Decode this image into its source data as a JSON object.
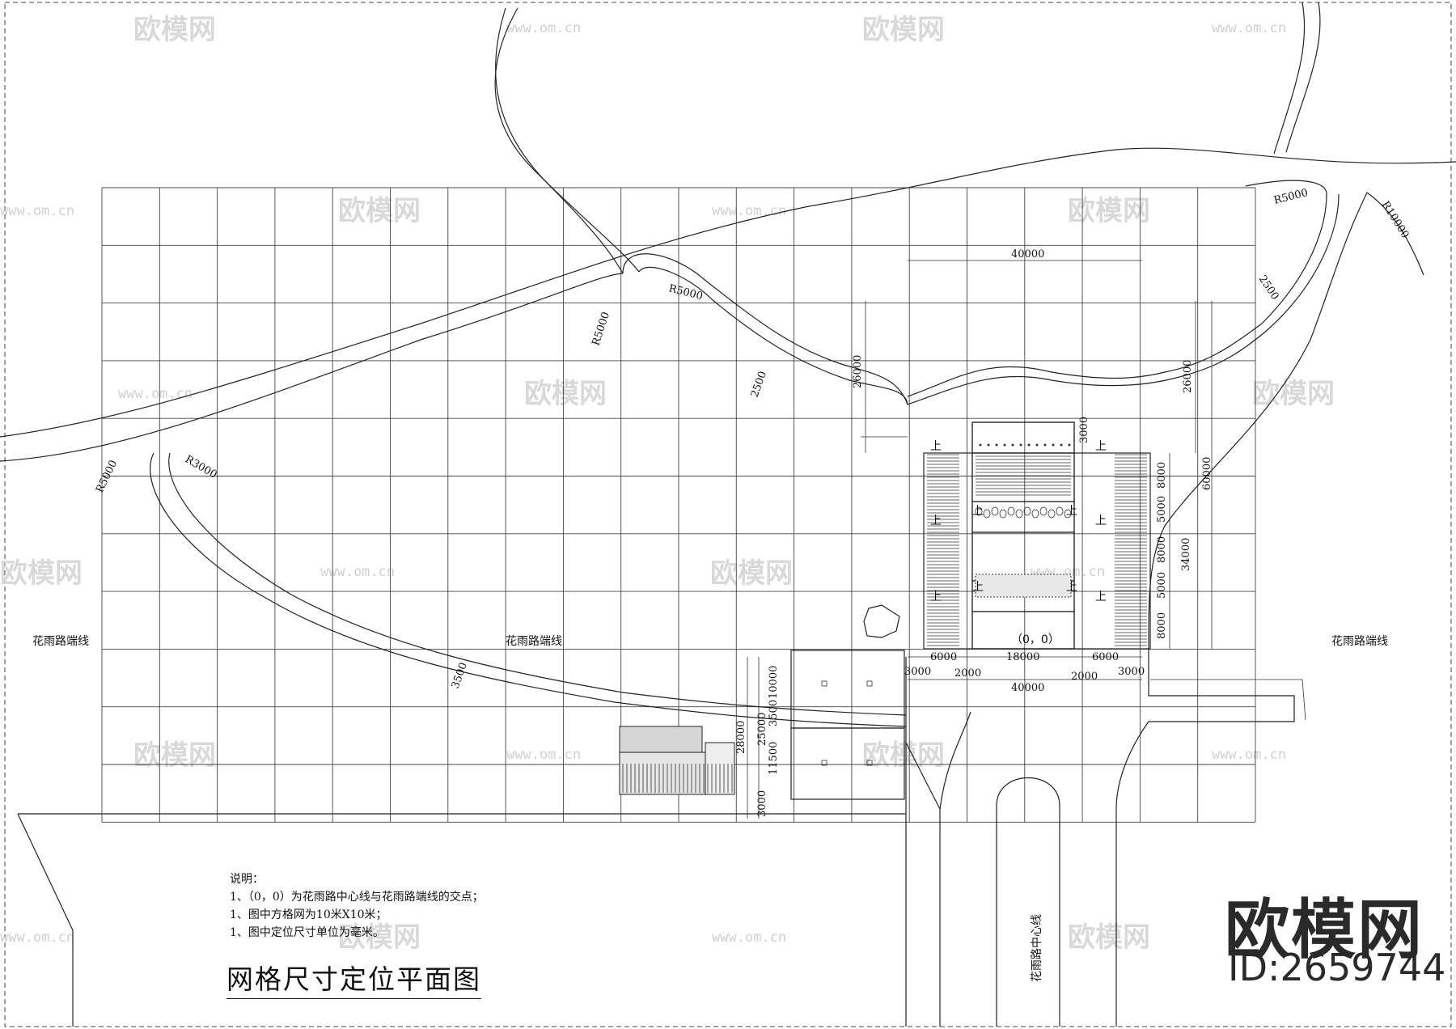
{
  "drawing": {
    "title": "网格尺寸定位平面图",
    "notes_heading": "说明：",
    "notes": [
      "1、（0，0）为花雨路中心线与花雨路端线的交点；",
      "1、图中方格网为10米X10米；",
      "1、图中定位尺寸单位为毫米。"
    ]
  },
  "labels": {
    "road_end_left": "花雨路端线",
    "road_end_mid": "花雨路端线",
    "road_end_right": "花雨路端线",
    "road_center": "花雨路中心线",
    "origin": "（0，0）",
    "up": "上"
  },
  "dimensions": {
    "top_width": "40000",
    "bottom_width": "40000",
    "left_height": "26000",
    "right_height": "26000",
    "total_height": "60000",
    "lower_height": "34000",
    "row_a": "3000",
    "row_b": "8000",
    "row_c": "5000",
    "row_d": "8000",
    "row_e": "5000",
    "row_f": "8000",
    "span_l1": "3000",
    "span_l2": "6000",
    "span_l3": "2000",
    "span_mid": "18000",
    "span_r3": "2000",
    "span_r2": "6000",
    "span_r1": "3000",
    "left_block_a": "10000",
    "left_block_b": "3500",
    "left_block_c": "25000",
    "left_block_total": "28000",
    "left_block_d": "11500",
    "left_block_e": "3000",
    "radius_1": "R5000",
    "radius_2": "R5000",
    "radius_3": "R5000",
    "radius_4": "R3000",
    "radius_5": "R5000",
    "radius_6": "R10000",
    "path_w1": "2500",
    "path_w2": "2500",
    "path_w3": "3500"
  },
  "watermark": {
    "brand": "欧模网",
    "url": "www.om.cn",
    "id": "ID:2659744"
  }
}
